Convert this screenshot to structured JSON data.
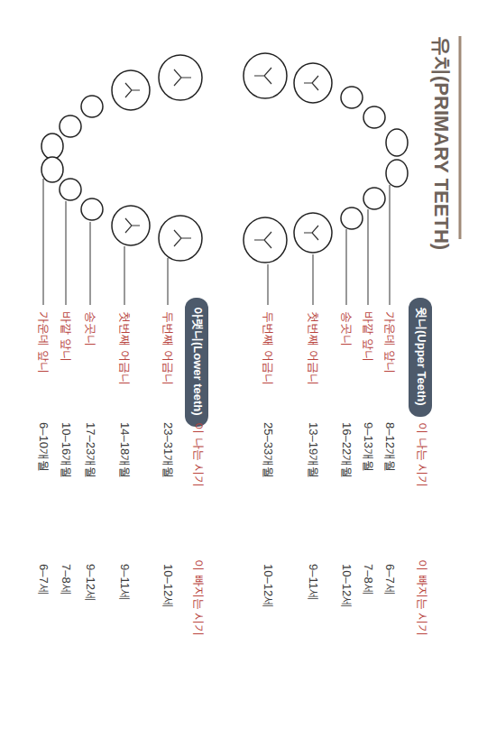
{
  "diagram": {
    "title": "유치(PRIMARY TEETH)",
    "nodes": [
      {
        "text": [
          "윗니(Upper Teeth)"
        ]
      },
      {
        "text": [
          "아랫니(Lower teeth)"
        ]
      }
    ],
    "labels": [
      "가운데 앞니",
      "바깥 앞니",
      "송곳니",
      "첫번째 어금니",
      "두번째 어금니",
      "이 나는 시기",
      "이 빠지는 시기",
      "8–12개월",
      "6–7세",
      "9–13개월",
      "7–8세",
      "16–22개월",
      "10–12세",
      "13–19개월",
      "9–11세",
      "25–33개월",
      "10–12세",
      "두번째 어금니",
      "첫번째 어금니",
      "송곳니",
      "바깥 앞니",
      "가운데 앞니",
      "이 나는 시기",
      "이 빠지는 시기",
      "23–31개월",
      "10–12세",
      "14–18개월",
      "9–11세",
      "17–23개월",
      "9–12세",
      "10–16개월",
      "7–8세",
      "6–10개월",
      "6–7세"
    ]
  }
}
